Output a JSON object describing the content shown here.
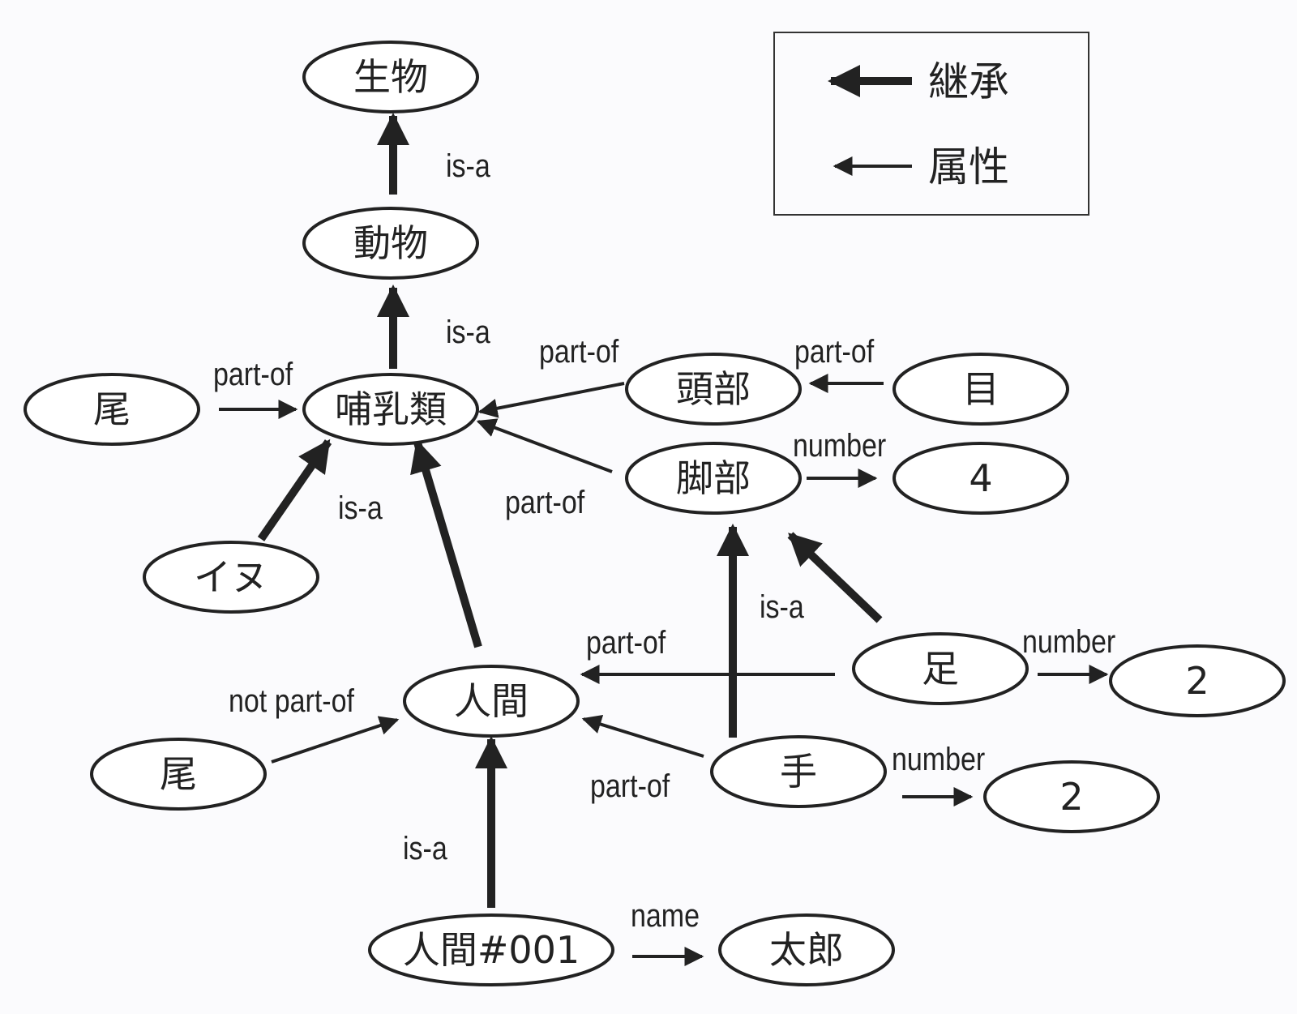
{
  "colors": {
    "ink": "#222222",
    "background": "#fbfbfd",
    "node_fill": "#ffffff"
  },
  "legend": {
    "inheritance_label": "継承",
    "attribute_label": "属性"
  },
  "nodes": {
    "seibutsu": "生物",
    "doubutsu": "動物",
    "honyurui": "哺乳類",
    "o_mammal": "尾",
    "inu": "イヌ",
    "toubu": "頭部",
    "me": "目",
    "kyakubu": "脚部",
    "num_four": "4",
    "ningen": "人間",
    "o_human": "尾",
    "ashi": "足",
    "num_two_leg": "2",
    "te": "手",
    "num_two_hand": "2",
    "ningen_001": "人間#001",
    "taro": "太郎"
  },
  "edge_labels": {
    "isa_doubutsu_seibutsu": "is-a",
    "isa_honyurui_doubutsu": "is-a",
    "partof_o_honyurui": "part-of",
    "partof_toubu_honyurui": "part-of",
    "partof_me_toubu": "part-of",
    "partof_kyakubu_honyurui": "part-of",
    "number_kyakubu": "number",
    "isa_inu_honyurui": "is-a",
    "isa_te_kyakubu": "is-a",
    "partof_ashi_ningen": "part-of",
    "number_ashi": "number",
    "notpartof_o_ningen": "not part-of",
    "partof_te_ningen": "part-of",
    "number_te": "number",
    "isa_001_ningen": "is-a",
    "name_001": "name"
  }
}
